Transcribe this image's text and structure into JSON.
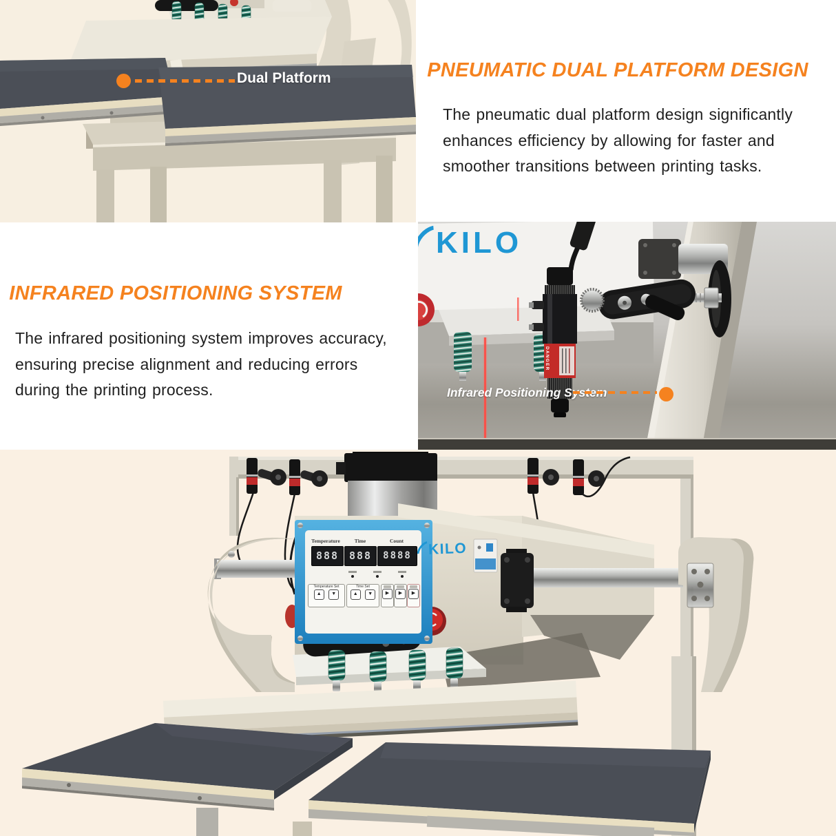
{
  "palette": {
    "accent_orange": "#f5821f",
    "brand_blue": "#1f97d4",
    "panel_blue": "#2f9fd8",
    "background_cream": "#f8efe2",
    "body_text": "#1f1f1f",
    "photo_label_white": "#ffffff"
  },
  "features": {
    "pneumatic": {
      "title": "PNEUMATIC DUAL PLATFORM DESIGN",
      "body_lines": [
        "The pneumatic dual platform design significantly",
        "enhances efficiency by allowing for faster and",
        "smoother transitions between printing tasks."
      ]
    },
    "infrared": {
      "title": "INFRARED POSITIONING SYSTEM",
      "body_lines": [
        "The infrared positioning system improves accuracy,",
        "ensuring precise alignment and reducing errors",
        "during the printing process."
      ]
    }
  },
  "callouts": {
    "dual_platform": "Dual Platform",
    "infrared": "Infrared Positioning System"
  },
  "brand": {
    "name": "KILO"
  },
  "machine": {
    "laser_sticker": "DANGER",
    "control_panel": {
      "display_labels": [
        "Temperature",
        "Time",
        "Count"
      ],
      "display_values": [
        "888",
        "888",
        "8888"
      ],
      "buttons": {
        "temperature_set": "Temperature Set",
        "time_set": "Time Set",
        "up_glyph": "▲",
        "down_glyph": "▼",
        "aux_glyph": "▶"
      }
    }
  }
}
